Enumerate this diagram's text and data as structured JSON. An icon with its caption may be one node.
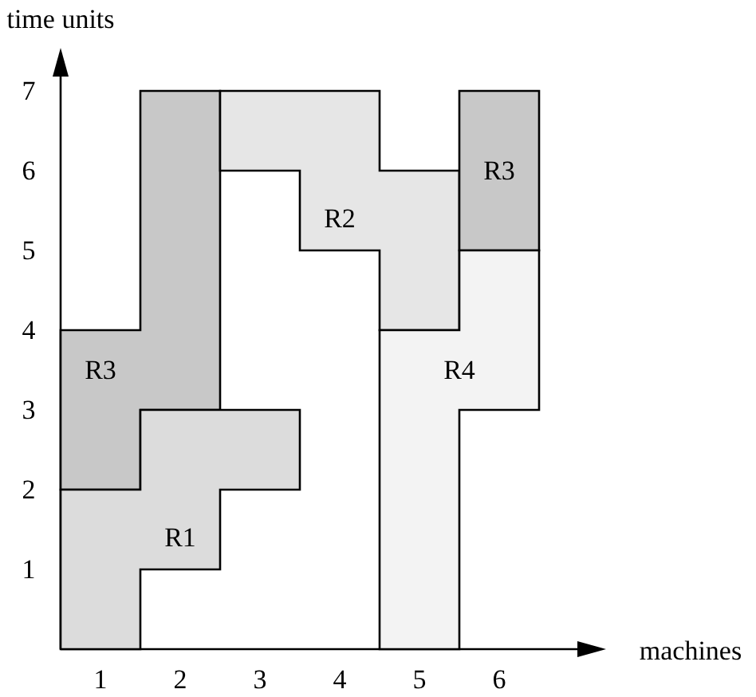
{
  "diagram": {
    "nodes": [
      {
        "text": [
          "R3"
        ]
      },
      {
        "text": [
          "R1"
        ]
      },
      {
        "text": [
          "R2"
        ]
      },
      {
        "text": [
          "R3"
        ]
      },
      {
        "text": [
          "R4"
        ]
      }
    ],
    "labels": [
      "time units",
      "7",
      "6",
      "5",
      "4",
      "3",
      "2",
      "1",
      "machines",
      "1",
      "2",
      "3",
      "4",
      "5",
      "6"
    ]
  }
}
